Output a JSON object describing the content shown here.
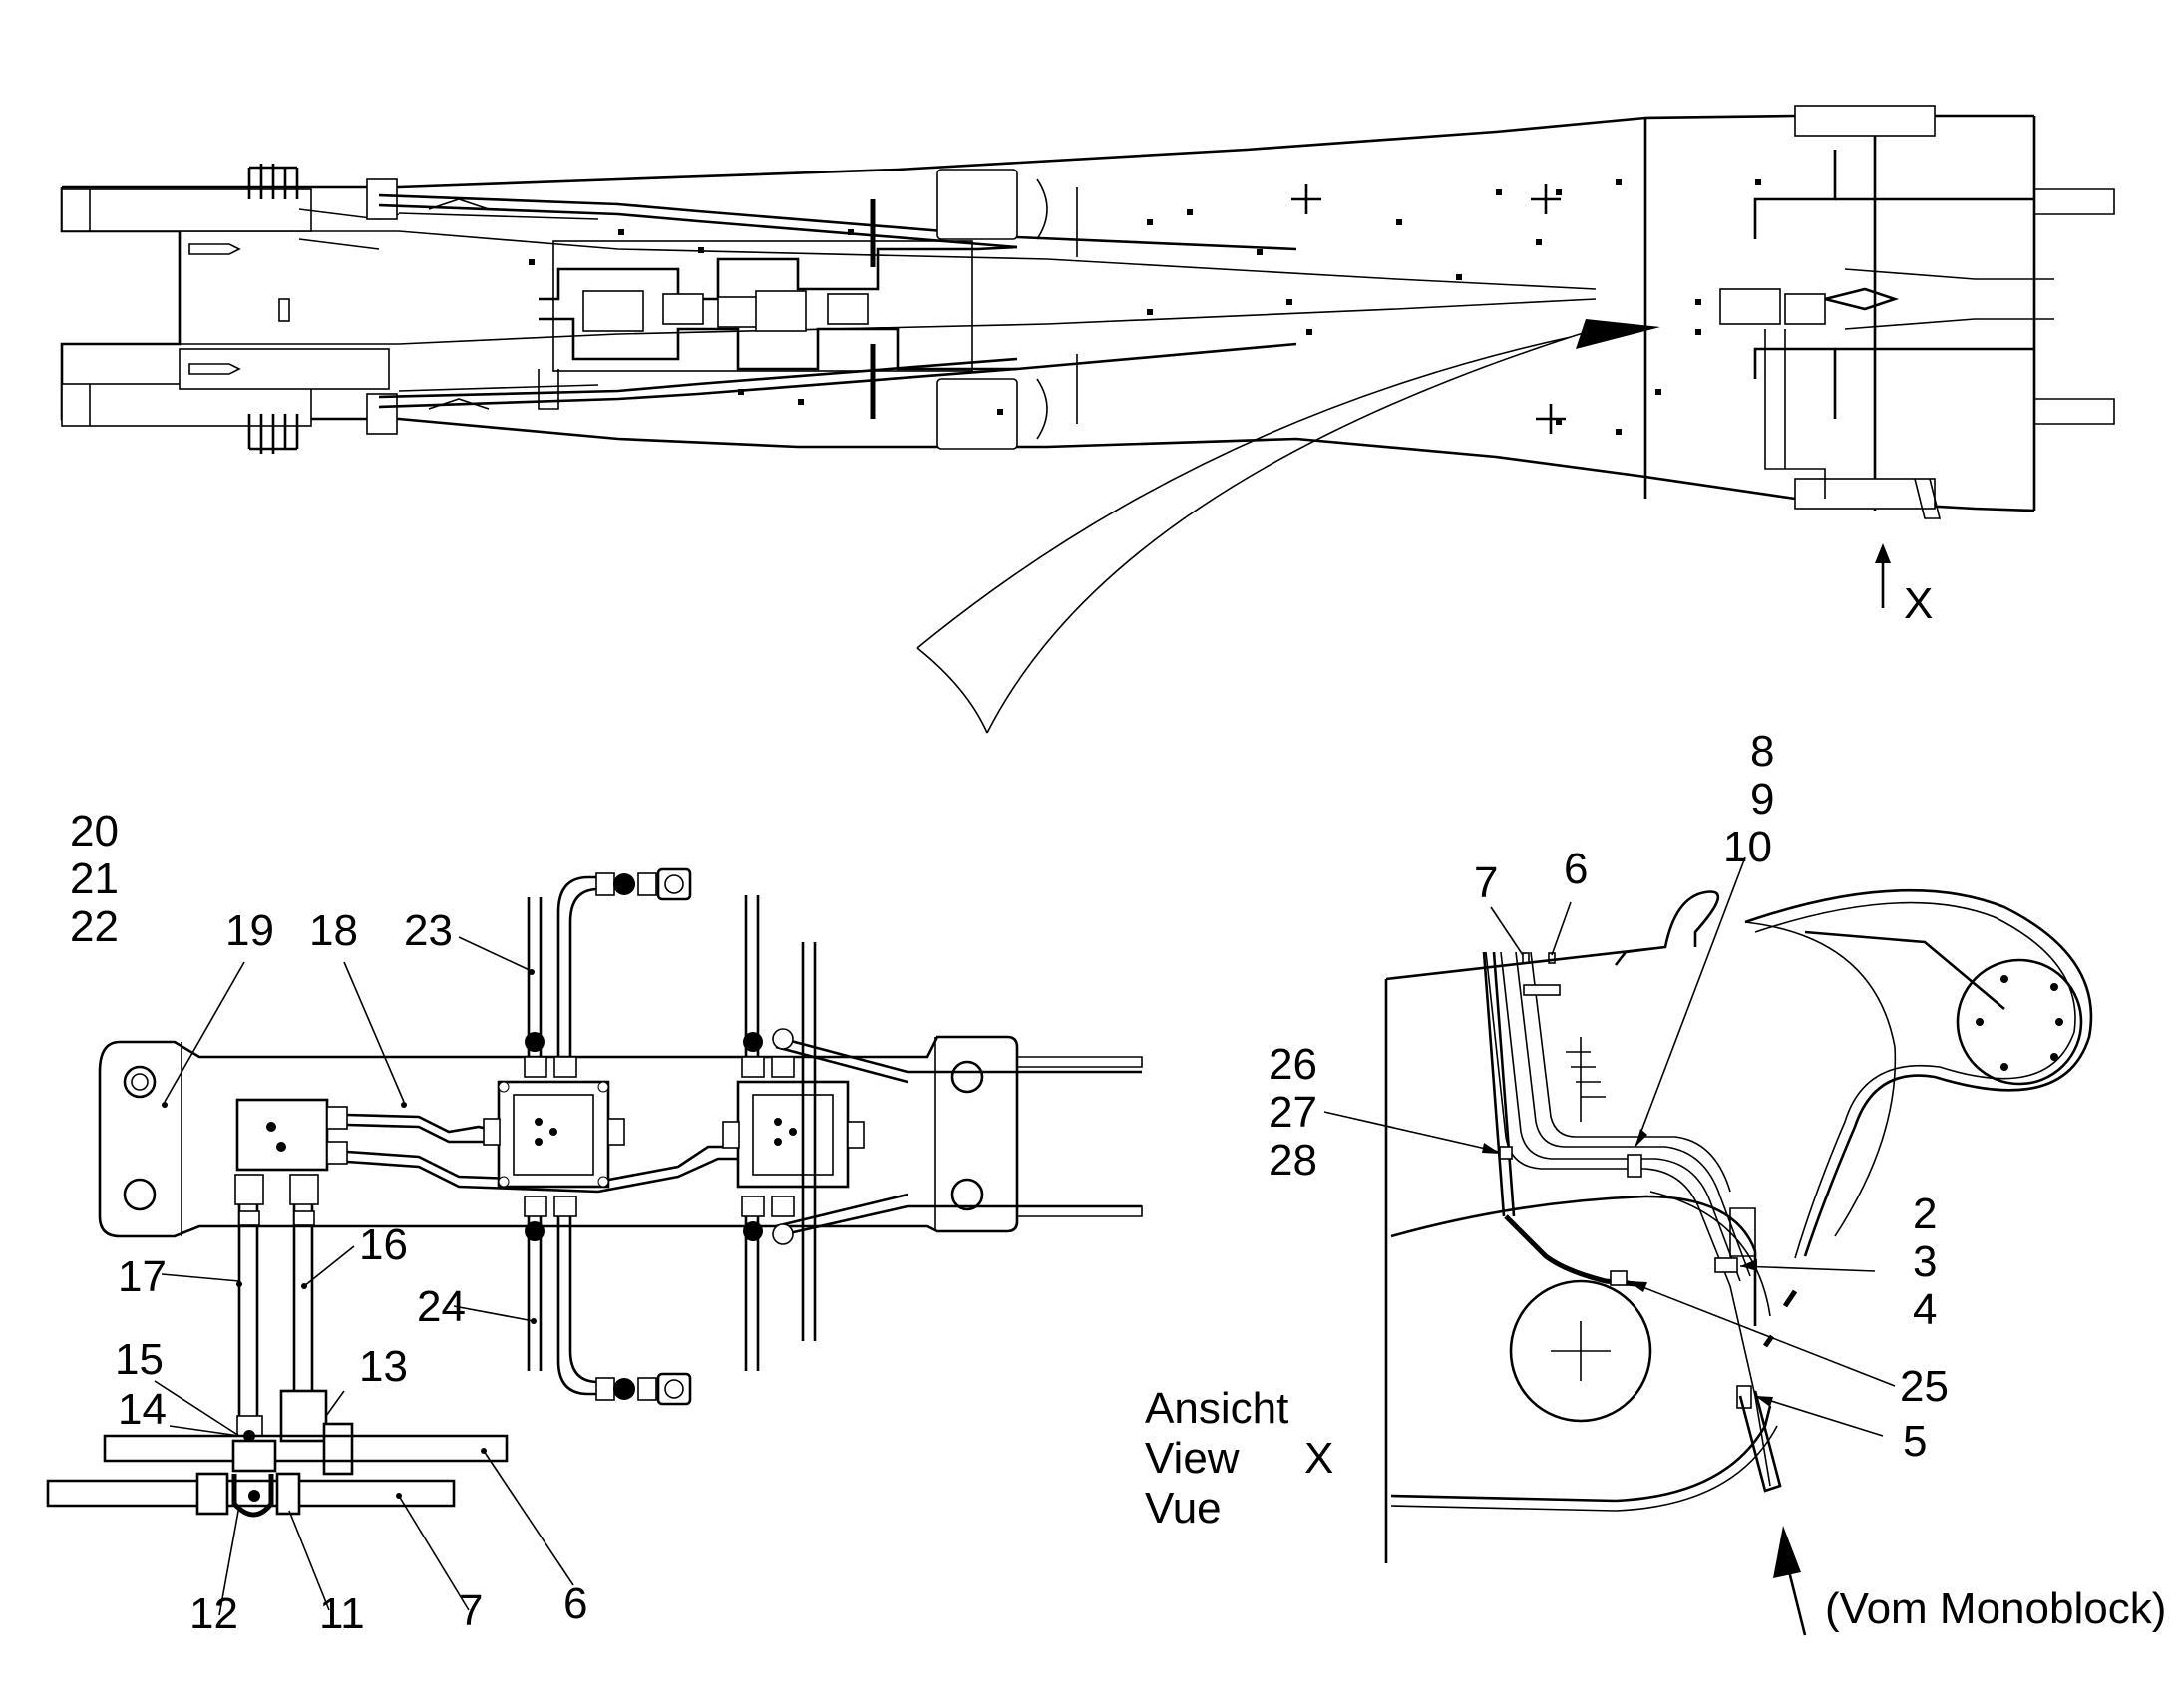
{
  "view_marker": {
    "letter": "X"
  },
  "callouts_bottom_left": {
    "n20": "20",
    "n21": "21",
    "n22": "22",
    "n19": "19",
    "n18": "18",
    "n23": "23",
    "n17": "17",
    "n16": "16",
    "n24": "24",
    "n15": "15",
    "n13": "13",
    "n14": "14",
    "n12": "12",
    "n11": "11",
    "n7": "7",
    "n6": "6"
  },
  "callouts_bottom_right": {
    "n8": "8",
    "n9": "9",
    "n10": "10",
    "n7": "7",
    "n6": "6",
    "n26": "26",
    "n27": "27",
    "n28": "28",
    "n2": "2",
    "n3": "3",
    "n4": "4",
    "n25": "25",
    "n5": "5"
  },
  "view_caption": {
    "line1": "Ansicht",
    "line2": "View",
    "line3": "Vue",
    "letter": "X"
  },
  "source_note": "(Vom Monoblock)"
}
